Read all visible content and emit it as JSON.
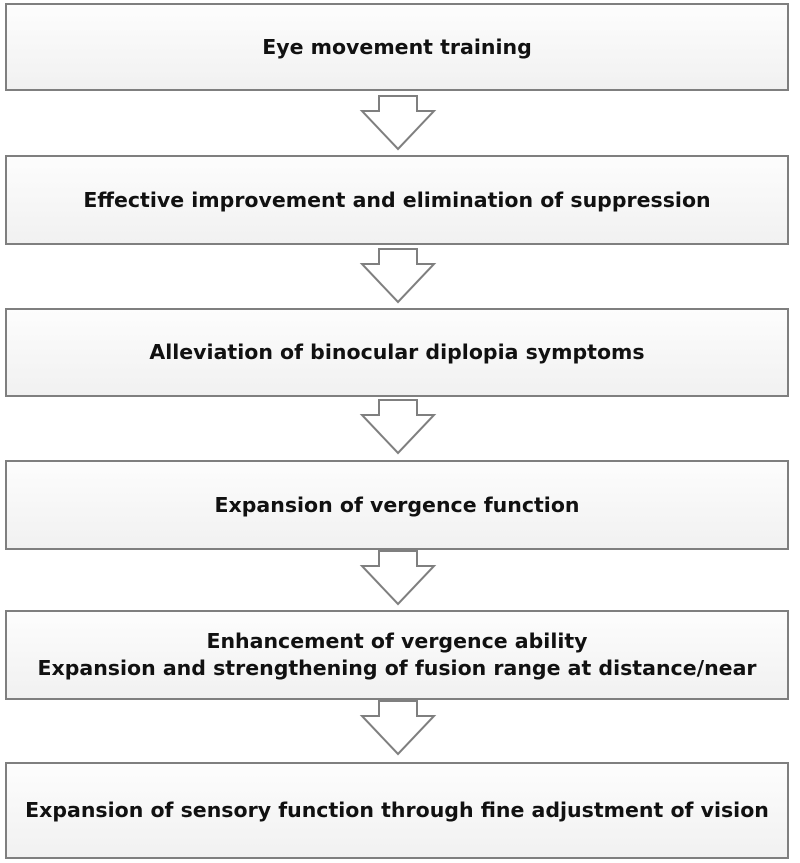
{
  "flowchart": {
    "steps": [
      {
        "lines": [
          "Eye movement training"
        ]
      },
      {
        "lines": [
          "Effective improvement and elimination of suppression"
        ]
      },
      {
        "lines": [
          "Alleviation of binocular diplopia symptoms"
        ]
      },
      {
        "lines": [
          "Expansion of vergence function"
        ]
      },
      {
        "lines": [
          "Enhancement of vergence ability",
          "Expansion and strengthening of fusion range at distance/near"
        ]
      },
      {
        "lines": [
          "Expansion of sensory function through fine adjustment of vision"
        ]
      }
    ],
    "colors": {
      "box_border": "#7f7f7f",
      "box_fill": "#f5f5f5",
      "arrow_stroke": "#7f7f7f",
      "text": "#111111"
    }
  }
}
